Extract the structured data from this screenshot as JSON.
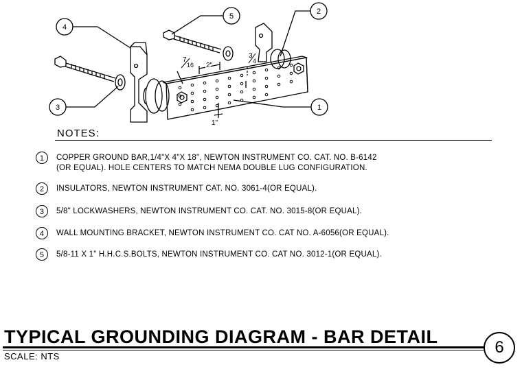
{
  "drawing": {
    "callouts": [
      "1",
      "2",
      "3",
      "4",
      "5"
    ],
    "dimensions": {
      "seven_sixteenths_num": "7",
      "seven_sixteenths_den": "16",
      "two_inch": "2\"",
      "three_quarter_num": "3",
      "three_quarter_den": "4",
      "one_inch": "1\""
    }
  },
  "notes": {
    "heading": "NOTES:",
    "items": [
      {
        "num": "1",
        "lines": [
          "COPPER GROUND BAR,1/4\"X 4\"X 18\", NEWTON INSTRUMENT CO. CAT. NO. B-6142",
          "(OR EQUAL).  HOLE CENTERS TO MATCH NEMA DOUBLE LUG CONFIGURATION."
        ]
      },
      {
        "num": "2",
        "lines": [
          "INSULATORS, NEWTON INSTRUMENT CAT. NO. 3061-4(OR EQUAL)."
        ]
      },
      {
        "num": "3",
        "lines": [
          "5/8\" LOCKWASHERS, NEWTON INSTRUMENT CO. CAT. NO. 3015-8(OR EQUAL)."
        ]
      },
      {
        "num": "4",
        "lines": [
          "WALL MOUNTING BRACKET, NEWTON INSTRUMENT CO. CAT NO. A-6056(OR EQUAL)."
        ]
      },
      {
        "num": "5",
        "lines": [
          "5/8-11 X 1\" H.H.C.S.BOLTS, NEWTON INSTRUMENT CO. CAT NO. 3012-1(OR EQUAL)."
        ]
      }
    ]
  },
  "title_block": {
    "title": "TYPICAL GROUNDING DIAGRAM - BAR DETAIL",
    "scale": "SCALE: NTS",
    "detail_number": "6"
  }
}
